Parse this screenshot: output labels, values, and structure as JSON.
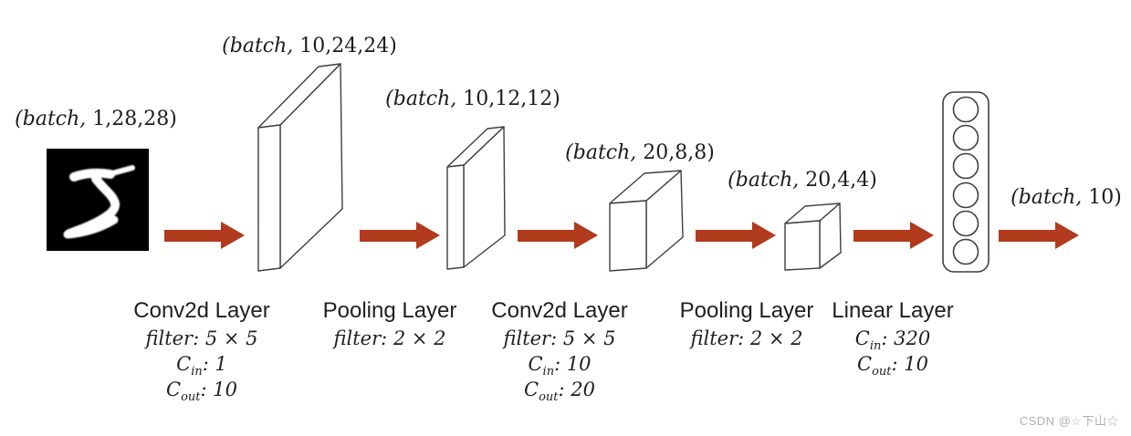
{
  "colors": {
    "arrow": "#b23a1d",
    "outline": "#3f3f3f",
    "watermark": "#b0b0b0",
    "digit_foreground": "#ffffff",
    "digit_background": "#000000"
  },
  "input_image": {
    "depicts": "handwritten digit 5"
  },
  "shape_labels": [
    {
      "prefix": "(batch,",
      "numbers": " 1,28,28)"
    },
    {
      "prefix": "(batch,",
      "numbers": " 10,24,24)"
    },
    {
      "prefix": "(batch,",
      "numbers": " 10,12,12)"
    },
    {
      "prefix": "(batch,",
      "numbers": " 20,8,8)"
    },
    {
      "prefix": "(batch,",
      "numbers": " 20,4,4)"
    },
    {
      "prefix": "(batch,",
      "numbers": " 10)"
    }
  ],
  "layers": [
    {
      "title": "Conv2d Layer",
      "filter": "filter: 5 × 5",
      "cin": {
        "sym": "C",
        "sub": "in",
        "val": ": 1"
      },
      "cout": {
        "sym": "C",
        "sub": "out",
        "val": ": 10"
      }
    },
    {
      "title": "Pooling Layer",
      "filter": "filter: 2 × 2"
    },
    {
      "title": "Conv2d Layer",
      "filter": "filter: 5 × 5",
      "cin": {
        "sym": "C",
        "sub": "in",
        "val": ": 10"
      },
      "cout": {
        "sym": "C",
        "sub": "out",
        "val": ": 20"
      }
    },
    {
      "title": "Pooling Layer",
      "filter": "filter: 2 × 2"
    },
    {
      "title": "Linear Layer",
      "cin": {
        "sym": "C",
        "sub": "in",
        "val": ": 320"
      },
      "cout": {
        "sym": "C",
        "sub": "out",
        "val": ": 10"
      }
    }
  ],
  "watermark": "CSDN @☆下山☆"
}
